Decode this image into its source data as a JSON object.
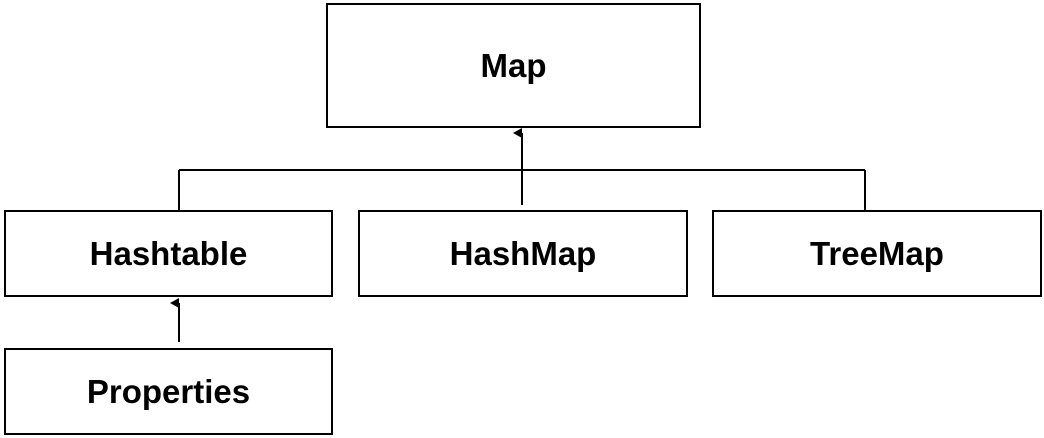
{
  "diagram": {
    "nodes": {
      "map": "Map",
      "hashtable": "Hashtable",
      "hashmap": "HashMap",
      "treemap": "TreeMap",
      "properties": "Properties"
    },
    "edges": [
      {
        "from": "hashtable",
        "to": "map"
      },
      {
        "from": "hashmap",
        "to": "map"
      },
      {
        "from": "treemap",
        "to": "map"
      },
      {
        "from": "properties",
        "to": "hashtable"
      }
    ]
  }
}
